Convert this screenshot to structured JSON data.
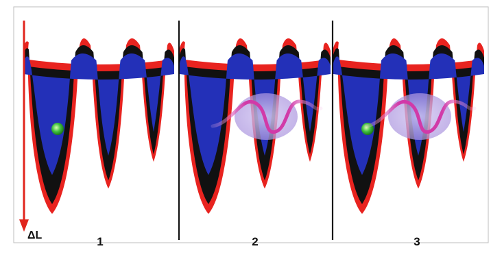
{
  "axis": {
    "label": "ΔL",
    "color": "#e0241c"
  },
  "panels": [
    {
      "label": "1",
      "particle": true,
      "wave": false
    },
    {
      "label": "2",
      "particle": false,
      "wave": true
    },
    {
      "label": "3",
      "particle": true,
      "wave": true
    }
  ],
  "colors": {
    "well_outer": "#e8231f",
    "well_middle": "#111111",
    "well_inner": "#2330b8",
    "particle": "#3fc03f",
    "wave_cloud": "#b9a6e6",
    "wave_line": "#d13aa8",
    "divider": "#111111",
    "frame": "#bdbdbd"
  }
}
